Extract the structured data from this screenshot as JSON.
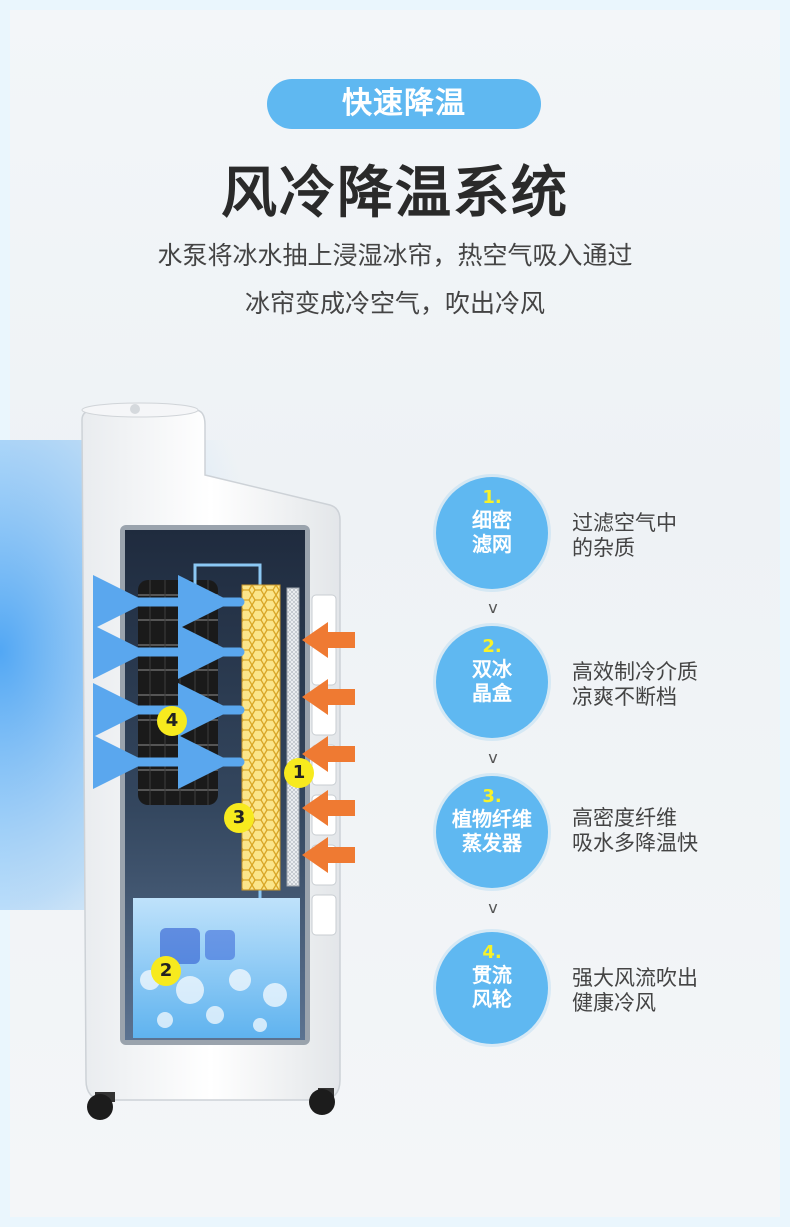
{
  "badge": "快速降温",
  "title": "风冷降温系统",
  "description": {
    "line1": "水泵将冰水抽上浸湿冰帘，热空气吸入通过",
    "line2": "冰帘变成冷空气，吹出冷风"
  },
  "callouts": [
    "1",
    "2",
    "3",
    "4"
  ],
  "features": [
    {
      "number": "1.",
      "name_l1": "细密",
      "name_l2": "滤网",
      "desc_l1": "过滤空气中",
      "desc_l2": "的杂质"
    },
    {
      "number": "2.",
      "name_l1": "双冰",
      "name_l2": "晶盒",
      "desc_l1": "高效制冷介质",
      "desc_l2": "凉爽不断档"
    },
    {
      "number": "3.",
      "name_l1": "植物纤维",
      "name_l2": "蒸发器",
      "desc_l1": "高密度纤维",
      "desc_l2": "吸水多降温快"
    },
    {
      "number": "4.",
      "name_l1": "贯流",
      "name_l2": "风轮",
      "desc_l1": "强大风流吹出",
      "desc_l2": "健康冷风"
    }
  ],
  "chevron": "v",
  "colors": {
    "accent": "#5fb8f1",
    "number_yellow": "#f7f22a",
    "hot_air": "#ef7a32",
    "cold_air": "#5aa7ee"
  }
}
